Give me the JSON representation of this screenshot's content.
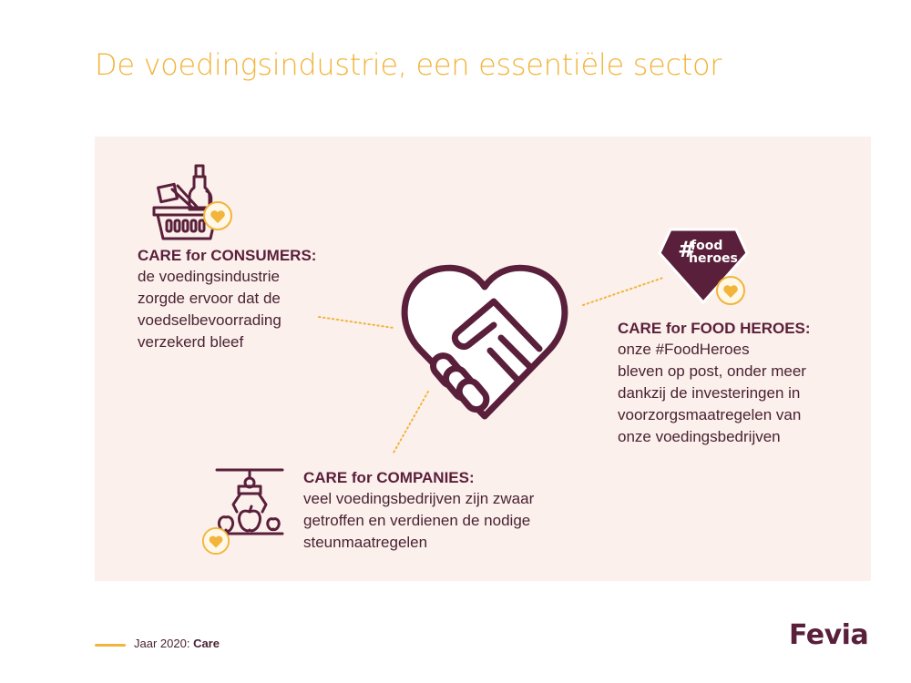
{
  "title": "De voedingsindustrie, een essentiële sector",
  "colors": {
    "accent_yellow": "#f2b43a",
    "brand_plum": "#5a1f3a",
    "panel_bg": "#fbf0ec"
  },
  "sections": {
    "consumers": {
      "icon": "shopping-basket-icon",
      "heading": "CARE for CONSUMERS:",
      "lines": [
        "de voedingsindustrie",
        "zorgde ervoor dat de",
        "voedselbevoorrading",
        "verzekerd bleef"
      ]
    },
    "food_heroes": {
      "icon": "food-heroes-badge-icon",
      "badge_text": [
        "#food",
        "heroes"
      ],
      "heading": "CARE for FOOD HEROES:",
      "lines": [
        "onze #FoodHeroes",
        "bleven op post, onder meer",
        "dankzij de investeringen in",
        "voorzorgsmaatregelen van",
        "onze voedingsbedrijven"
      ]
    },
    "companies": {
      "icon": "production-line-icon",
      "heading": "CARE for COMPANIES:",
      "lines": [
        "veel voedingsbedrijven zijn zwaar",
        "getroffen en verdienen de nodige",
        "steunmaatregelen"
      ]
    },
    "center": {
      "icon": "heart-handshake-icon"
    }
  },
  "footer": {
    "label": "Jaar 2020:",
    "topic": "Care",
    "logo": "Fevia"
  }
}
